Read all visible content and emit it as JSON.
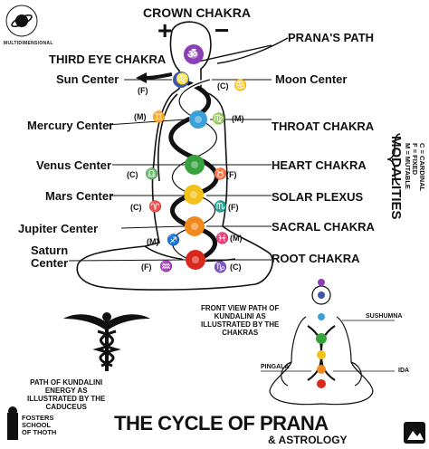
{
  "header": {
    "crown_chakra": "CROWN CHAKRA",
    "plus": "+",
    "minus": "−",
    "third_eye": "THIRD EYE CHAKRA",
    "pranas_path": "PRANA'S PATH",
    "logo_text": "MULTIDIMENSIONAL"
  },
  "left_centers": [
    {
      "name": "Sun Center",
      "mod": "(F)",
      "glyph": "♌"
    },
    {
      "name": "Mercury Center",
      "mod": "(M)",
      "glyph": "♊"
    },
    {
      "name": "Venus Center",
      "mod": "(C)",
      "glyph": "♎"
    },
    {
      "name": "Mars Center",
      "mod": "(C)",
      "glyph": "♈"
    },
    {
      "name": "Jupiter Center",
      "mod": "(M)",
      "glyph": "♐"
    },
    {
      "name": "Saturn Center",
      "mod": "(F)",
      "glyph": "♒"
    }
  ],
  "right_centers": [
    {
      "name": "Moon Center",
      "mod": "(C)",
      "glyph": "♋"
    },
    {
      "name": "THROAT CHAKRA",
      "mod": "(M)",
      "glyph": "♍"
    },
    {
      "name": "HEART CHAKRA",
      "mod": "(F)",
      "glyph": "♉"
    },
    {
      "name": "SOLAR PLEXUS",
      "mod": "(F)",
      "glyph": "♏"
    },
    {
      "name": "SACRAL CHAKRA",
      "mod": "(M)",
      "glyph": "♓"
    },
    {
      "name": "ROOT CHAKRA",
      "mod": "(C)",
      "glyph": "♑"
    }
  ],
  "modalities": {
    "title": "MODALITIES",
    "items": [
      "C = CARDINAL",
      "F = FIXED",
      "M = MUTABLE"
    ]
  },
  "bottom": {
    "front_view": [
      "FRONT VIEW PATH OF",
      "KUNDALINI AS",
      "ILLUSTRATED BY THE",
      "CHAKRAS"
    ],
    "caduceus": [
      "PATH OF KUNDALINI",
      "ENERGY AS",
      "ILLUSTRATED BY THE",
      "CADUCEUS"
    ],
    "sushumna": "SUSHUMNA",
    "pingala": "PINGALA",
    "ida": "IDA",
    "school": [
      "FOSTERS",
      "SCHOOL",
      "OF THOTH"
    ],
    "title": "THE CYCLE OF PRANA",
    "subtitle": "& ASTROLOGY",
    "crown_glyph": "ॐ"
  },
  "colors": {
    "crown": "#8a3fb5",
    "third_eye": "#3d56a6",
    "throat": "#3aa0d8",
    "heart": "#36a23d",
    "solar": "#f2c21a",
    "sacral": "#f08a1c",
    "root": "#d9291c"
  }
}
